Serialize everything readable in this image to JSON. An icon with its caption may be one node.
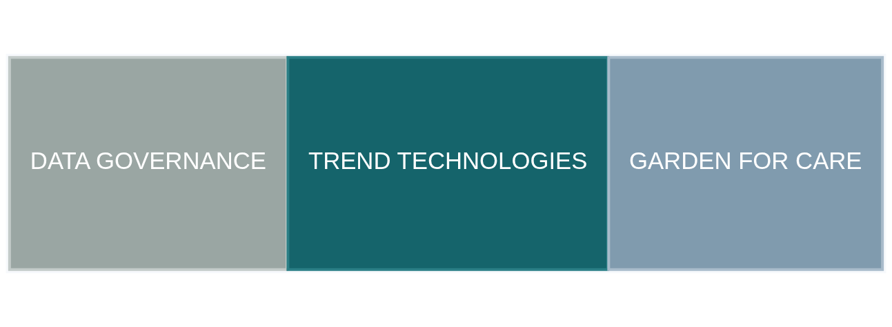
{
  "diagram": {
    "nodes": [
      {
        "text": [
          "DATA GOVERNANCE"
        ]
      },
      {
        "text": [
          "TREND TECHNOLOGIES"
        ]
      },
      {
        "text": [
          "GARDEN FOR CARE"
        ]
      }
    ]
  }
}
